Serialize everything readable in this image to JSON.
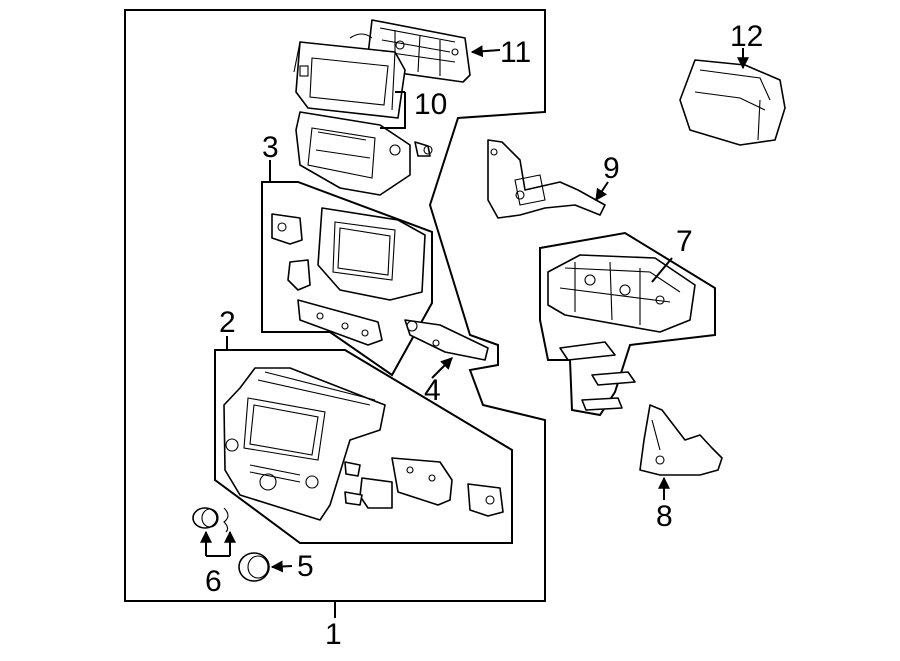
{
  "diagram": {
    "type": "exploded parts diagram",
    "callouts": {
      "c1": "1",
      "c2": "2",
      "c3": "3",
      "c4": "4",
      "c5": "5",
      "c6": "6",
      "c7": "7",
      "c8": "8",
      "c9": "9",
      "c10": "10",
      "c11": "11",
      "c12": "12"
    }
  }
}
